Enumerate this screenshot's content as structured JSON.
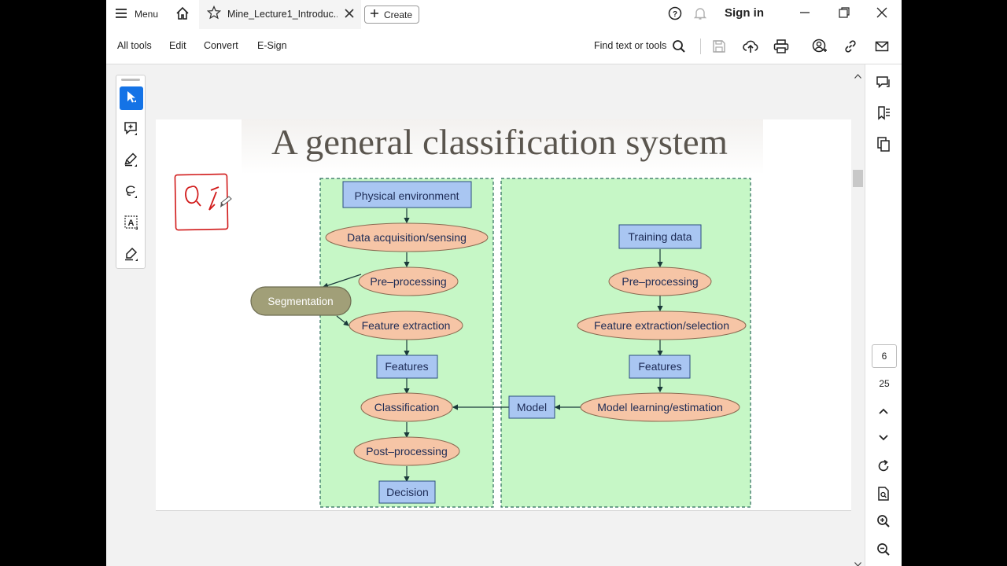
{
  "titlebar": {
    "menu_label": "Menu",
    "tab_title": "Mine_Lecture1_Introduc...",
    "create_label": "Create",
    "signin_label": "Sign in"
  },
  "toolbar": {
    "all_tools": "All tools",
    "edit": "Edit",
    "convert": "Convert",
    "esign": "E-Sign",
    "find_text": "Find text or tools"
  },
  "slide": {
    "title": "A general classification system",
    "pipeline": {
      "physical_environment": "Physical environment",
      "data_acquisition": "Data acquisition/sensing",
      "pre_processing": "Pre–processing",
      "segmentation": "Segmentation",
      "feature_extraction": "Feature extraction",
      "features": "Features",
      "classification": "Classification",
      "post_processing": "Post–processing",
      "decision": "Decision"
    },
    "training": {
      "training_data": "Training data",
      "pre_processing": "Pre–processing",
      "feature_extraction_selection": "Feature extraction/selection",
      "features": "Features",
      "model_learning": "Model learning/estimation",
      "model": "Model"
    },
    "annotation_text": "Q"
  },
  "navigation": {
    "current_page": "6",
    "total_pages": "25"
  },
  "colors": {
    "accent": "#1473e6",
    "box_fill": "#a9c6f2",
    "ellipse_fill": "#f6c5a6",
    "panel_fill": "#c6f7c6",
    "segmentation_fill": "#a19f78",
    "annotation": "#d11a1a"
  }
}
